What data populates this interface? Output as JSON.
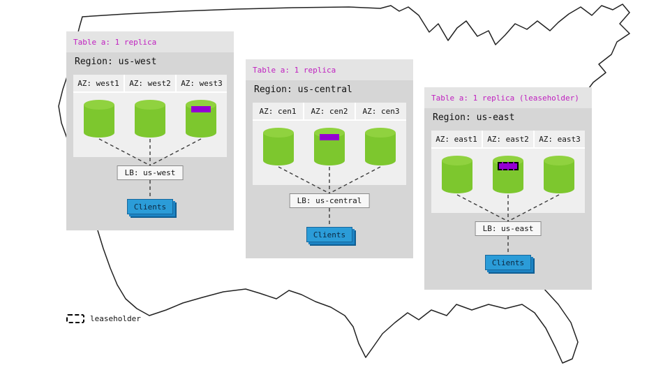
{
  "diagram": {
    "legend": {
      "label": "leaseholder"
    },
    "colors": {
      "title_text": "#bf1fbf",
      "cylinder_green": "#7dc72e",
      "replica_purple": "#9400d3",
      "clients_blue": "#2b9cd8"
    },
    "regions": [
      {
        "title": "Table a: 1 replica",
        "region_label": "Region: us-west",
        "azs": [
          {
            "label": "AZ: west1",
            "replica": false,
            "leaseholder": false
          },
          {
            "label": "AZ: west2",
            "replica": false,
            "leaseholder": false
          },
          {
            "label": "AZ: west3",
            "replica": true,
            "leaseholder": false
          }
        ],
        "lb_label": "LB: us-west",
        "clients_label": "Clients"
      },
      {
        "title": "Table a: 1 replica",
        "region_label": "Region: us-central",
        "azs": [
          {
            "label": "AZ: cen1",
            "replica": false,
            "leaseholder": false
          },
          {
            "label": "AZ: cen2",
            "replica": true,
            "leaseholder": false
          },
          {
            "label": "AZ: cen3",
            "replica": false,
            "leaseholder": false
          }
        ],
        "lb_label": "LB: us-central",
        "clients_label": "Clients"
      },
      {
        "title": "Table a: 1 replica (leaseholder)",
        "region_label": "Region: us-east",
        "azs": [
          {
            "label": "AZ: east1",
            "replica": false,
            "leaseholder": false
          },
          {
            "label": "AZ: east2",
            "replica": true,
            "leaseholder": true
          },
          {
            "label": "AZ: east3",
            "replica": false,
            "leaseholder": false
          }
        ],
        "lb_label": "LB: us-east",
        "clients_label": "Clients"
      }
    ]
  }
}
